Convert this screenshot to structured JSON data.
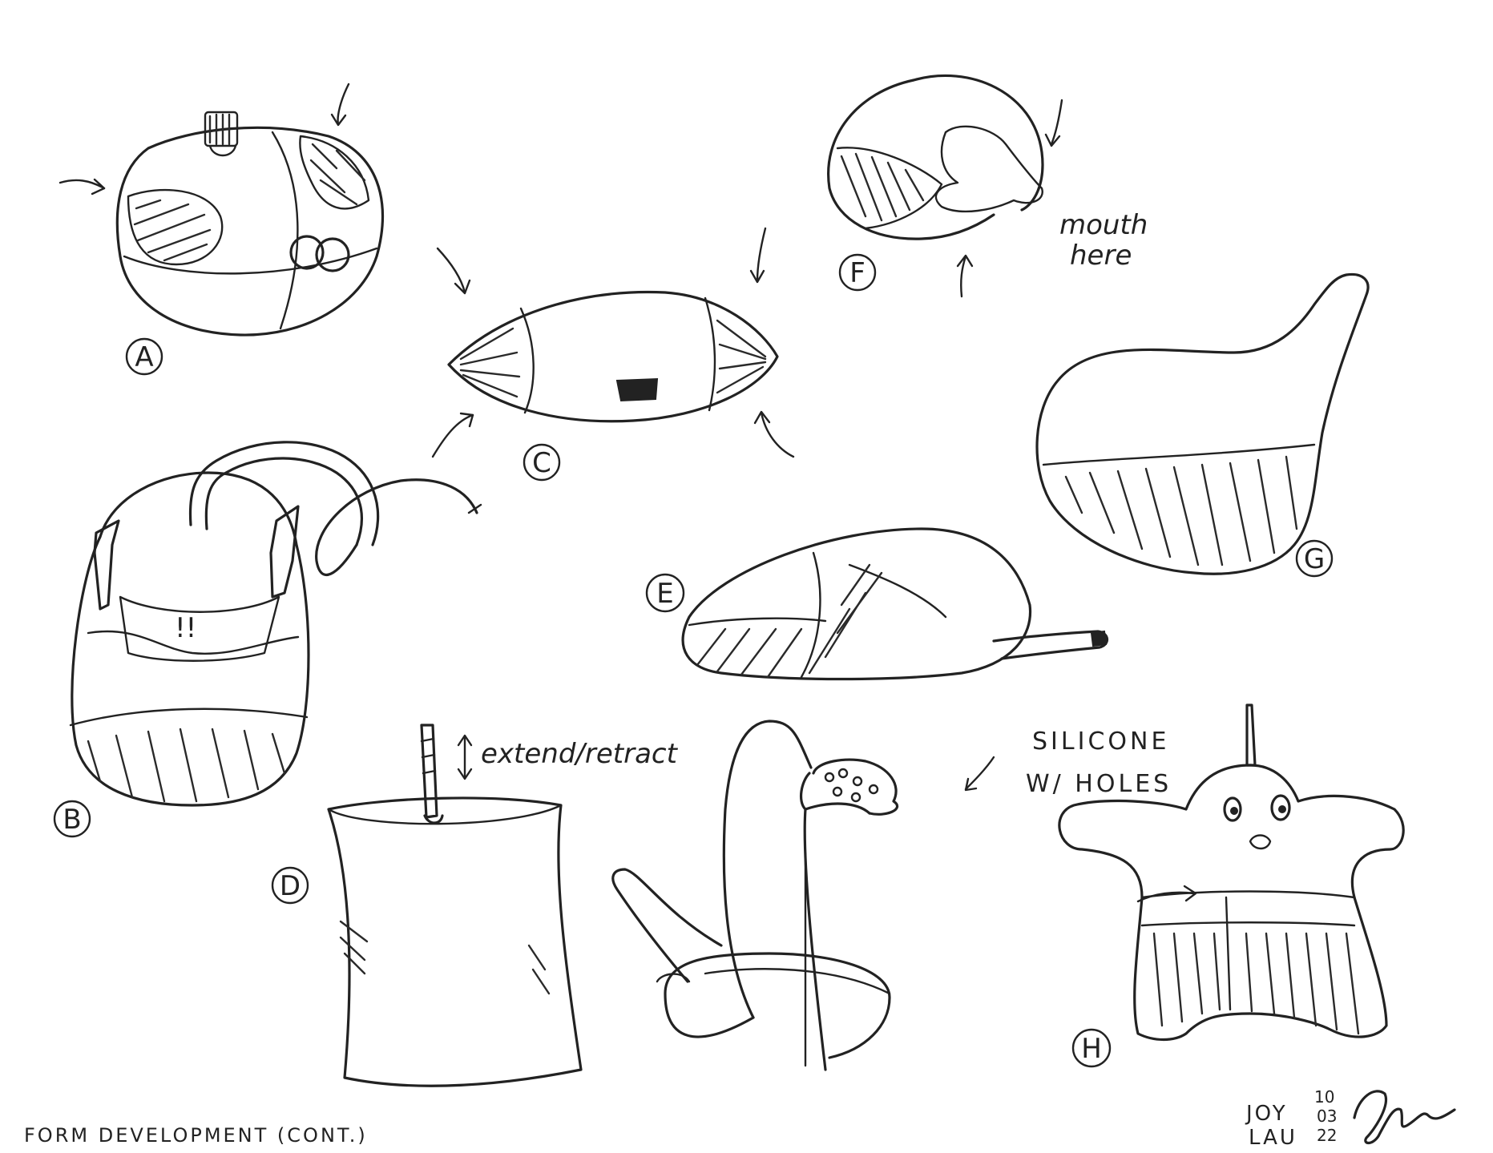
{
  "labels": {
    "a": "A",
    "b": "B",
    "c": "C",
    "d": "D",
    "e": "E",
    "f": "F",
    "g": "G",
    "h": "H"
  },
  "annotations": {
    "mouth_line1": "mouth",
    "mouth_line2": "here",
    "extend": "extend/retract",
    "silicone_line1": "SILICONE",
    "silicone_line2": "W/  HOLES",
    "b_marks": "!!"
  },
  "footer": {
    "title": "FORM DEVELOPMENT (CONT.)",
    "author_line1": "JOY",
    "author_line2": "LAU",
    "date_day": "10",
    "date_month": "03",
    "date_year": "22"
  }
}
